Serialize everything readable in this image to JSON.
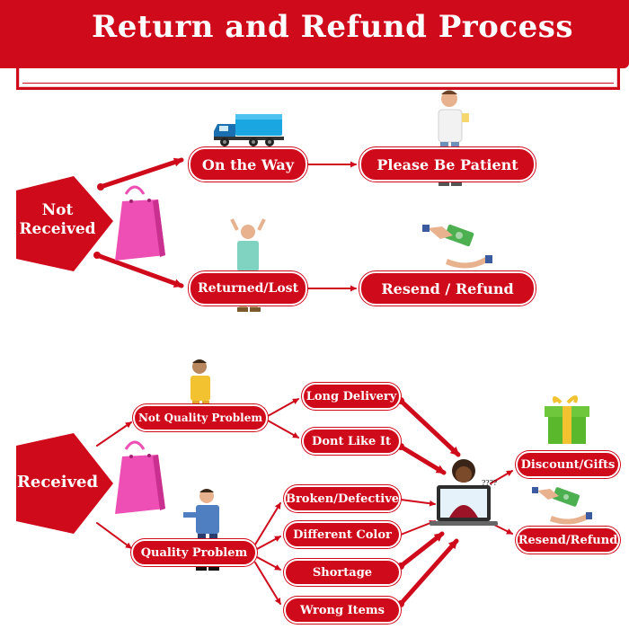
{
  "title": "Return and Refund Process",
  "sections": {
    "not_received": {
      "label_line1": "Not",
      "label_line2": "Received",
      "on_the_way": "On the Way",
      "please_be_patient": "Please Be Patient",
      "returned_lost": "Returned/Lost",
      "resend_refund": "Resend / Refund"
    },
    "received": {
      "label": "Received",
      "not_quality_problem": "Not Quality Problem",
      "quality_problem": "Quality Problem",
      "long_delivery": "Long Delivery",
      "dont_like_it": "Dont Like It",
      "broken_defective": "Broken/Defective",
      "different_color": "Different Color",
      "shortage": "Shortage",
      "wrong_items": "Wrong Items",
      "discount_gifts": "Discount/Gifts",
      "resend_refund": "Resend/Refund"
    }
  },
  "colors": {
    "accent": "#cf0a1b",
    "bag": "#ee4fb4",
    "truck": "#1aa6e0",
    "gift": "#59b82b",
    "money": "#4caf50"
  },
  "icons": [
    "truck-icon",
    "shopping-bag-icon",
    "person-icon",
    "money-hand-icon",
    "gift-box-icon",
    "support-agent-icon"
  ]
}
